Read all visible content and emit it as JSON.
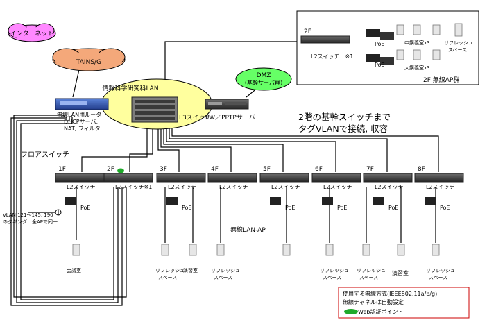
{
  "internet": "インターネット",
  "tains": "TAINS/G",
  "core_lan": "情報科学研究科LAN",
  "dmz": {
    "line1": "DMZ",
    "line2": "（基幹サーバ群）"
  },
  "fw_label": "FW／PPTPサーバ",
  "router": {
    "line1": "無線LAN用ルータ",
    "line2": "DHCPサーバ,",
    "line3": "NAT, フィルタ"
  },
  "l3_switch": "L3スイッチ",
  "note_tag_vlan": {
    "line1": "2階の基幹スイッチまで",
    "line2": "タグVLANで接続, 収容"
  },
  "floor_switch_heading": "フロアスイッチ",
  "second_floor_box": {
    "floor": "2F",
    "switch_label": "L2スイッチ　※1",
    "poe_top": "PoE",
    "poe_bottom": "PoE",
    "room_top": "中講義室x3",
    "room_bottom": "大講義室x3",
    "refresh_line1": "リフレッシュ",
    "refresh_line2": "スペース",
    "caption": "2F 無線AP群"
  },
  "floors": [
    {
      "floor": "1F",
      "switch_label": "L2スイッチ",
      "poe": "PoE",
      "ap_label": "会議室",
      "ap_label2": ""
    },
    {
      "floor": "2F",
      "switch_label": "L2スイッチ※1",
      "poe": "",
      "ap_label": "リフレッシュ",
      "ap_label2": "スペース"
    },
    {
      "floor": "3F",
      "switch_label": "L2スイッチ",
      "poe": "PoE",
      "ap_label": "演習室",
      "ap_label2": ""
    },
    {
      "floor": "4F",
      "switch_label": "L2スイッチ",
      "poe": "",
      "ap_label": "リフレッシュ",
      "ap_label2": "スペース"
    },
    {
      "floor": "5F",
      "switch_label": "L2スイッチ",
      "poe": "PoE",
      "ap_label": "",
      "ap_label2": ""
    },
    {
      "floor": "6F",
      "switch_label": "L2スイッチ",
      "poe": "PoE",
      "ap_label": "リフレッシュ",
      "ap_label2": "スペース"
    },
    {
      "floor": "7F",
      "switch_label": "L2スイッチ",
      "poe": "PoE",
      "ap_label": "リフレッシュ",
      "ap_label2": "スペース"
    },
    {
      "floor": "8F",
      "switch_label": "L2スイッチ",
      "poe": "PoE",
      "ap_label": "リフレッシュ",
      "ap_label2": "スペース"
    }
  ],
  "floor7_extra_ap": "演習室",
  "wireless_ap_label": "無線LAN-AP",
  "vlan_note": {
    "line1": "VLAN 121～145, 190",
    "line2": "のタギング　全APで同一"
  },
  "legend": {
    "line1": "使用する無線方式(IEEE802.11a/b/g)",
    "line2": "無線チャネルは自動設定",
    "line3": "Web認証ポイント",
    "web_auth_color": "#1faa2a"
  }
}
